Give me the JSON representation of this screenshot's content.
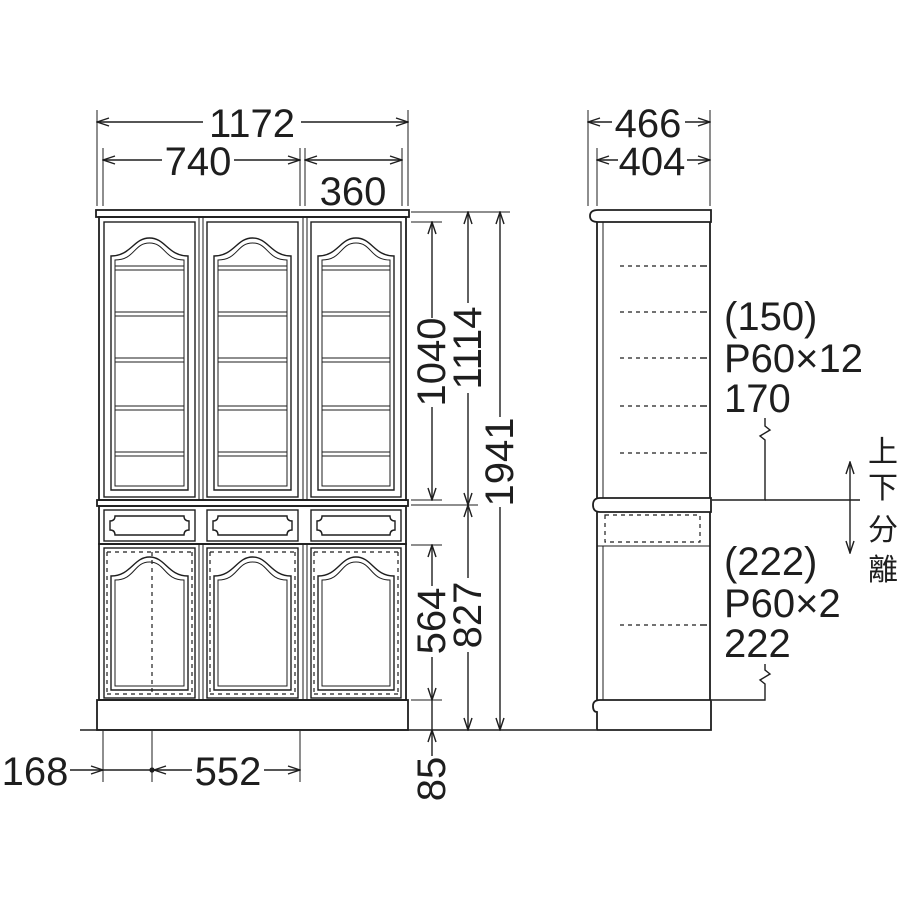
{
  "front_view": {
    "overall_width": "1172",
    "left_section_width": "740",
    "right_section_width": "360",
    "upper_door_height": "1040",
    "upper_unit_height": "1114",
    "overall_height": "1941",
    "lower_door_height": "564",
    "lower_unit_height": "827",
    "plinth_height": "85",
    "partition_offset": "168",
    "inner_width": "552"
  },
  "side_view": {
    "overall_depth": "466",
    "body_depth": "404",
    "upper_shelves": {
      "top_clearance": "(150)",
      "pitch": "P60×12",
      "bottom_clearance": "170"
    },
    "lower_shelves": {
      "top_clearance": "(222)",
      "pitch": "P60×2",
      "bottom_clearance": "222"
    },
    "separation_note": {
      "char1": "上",
      "char2": "下",
      "char3": "分",
      "char4": "離"
    }
  },
  "colors": {
    "line": "#1e1e1e",
    "background": "#ffffff"
  }
}
